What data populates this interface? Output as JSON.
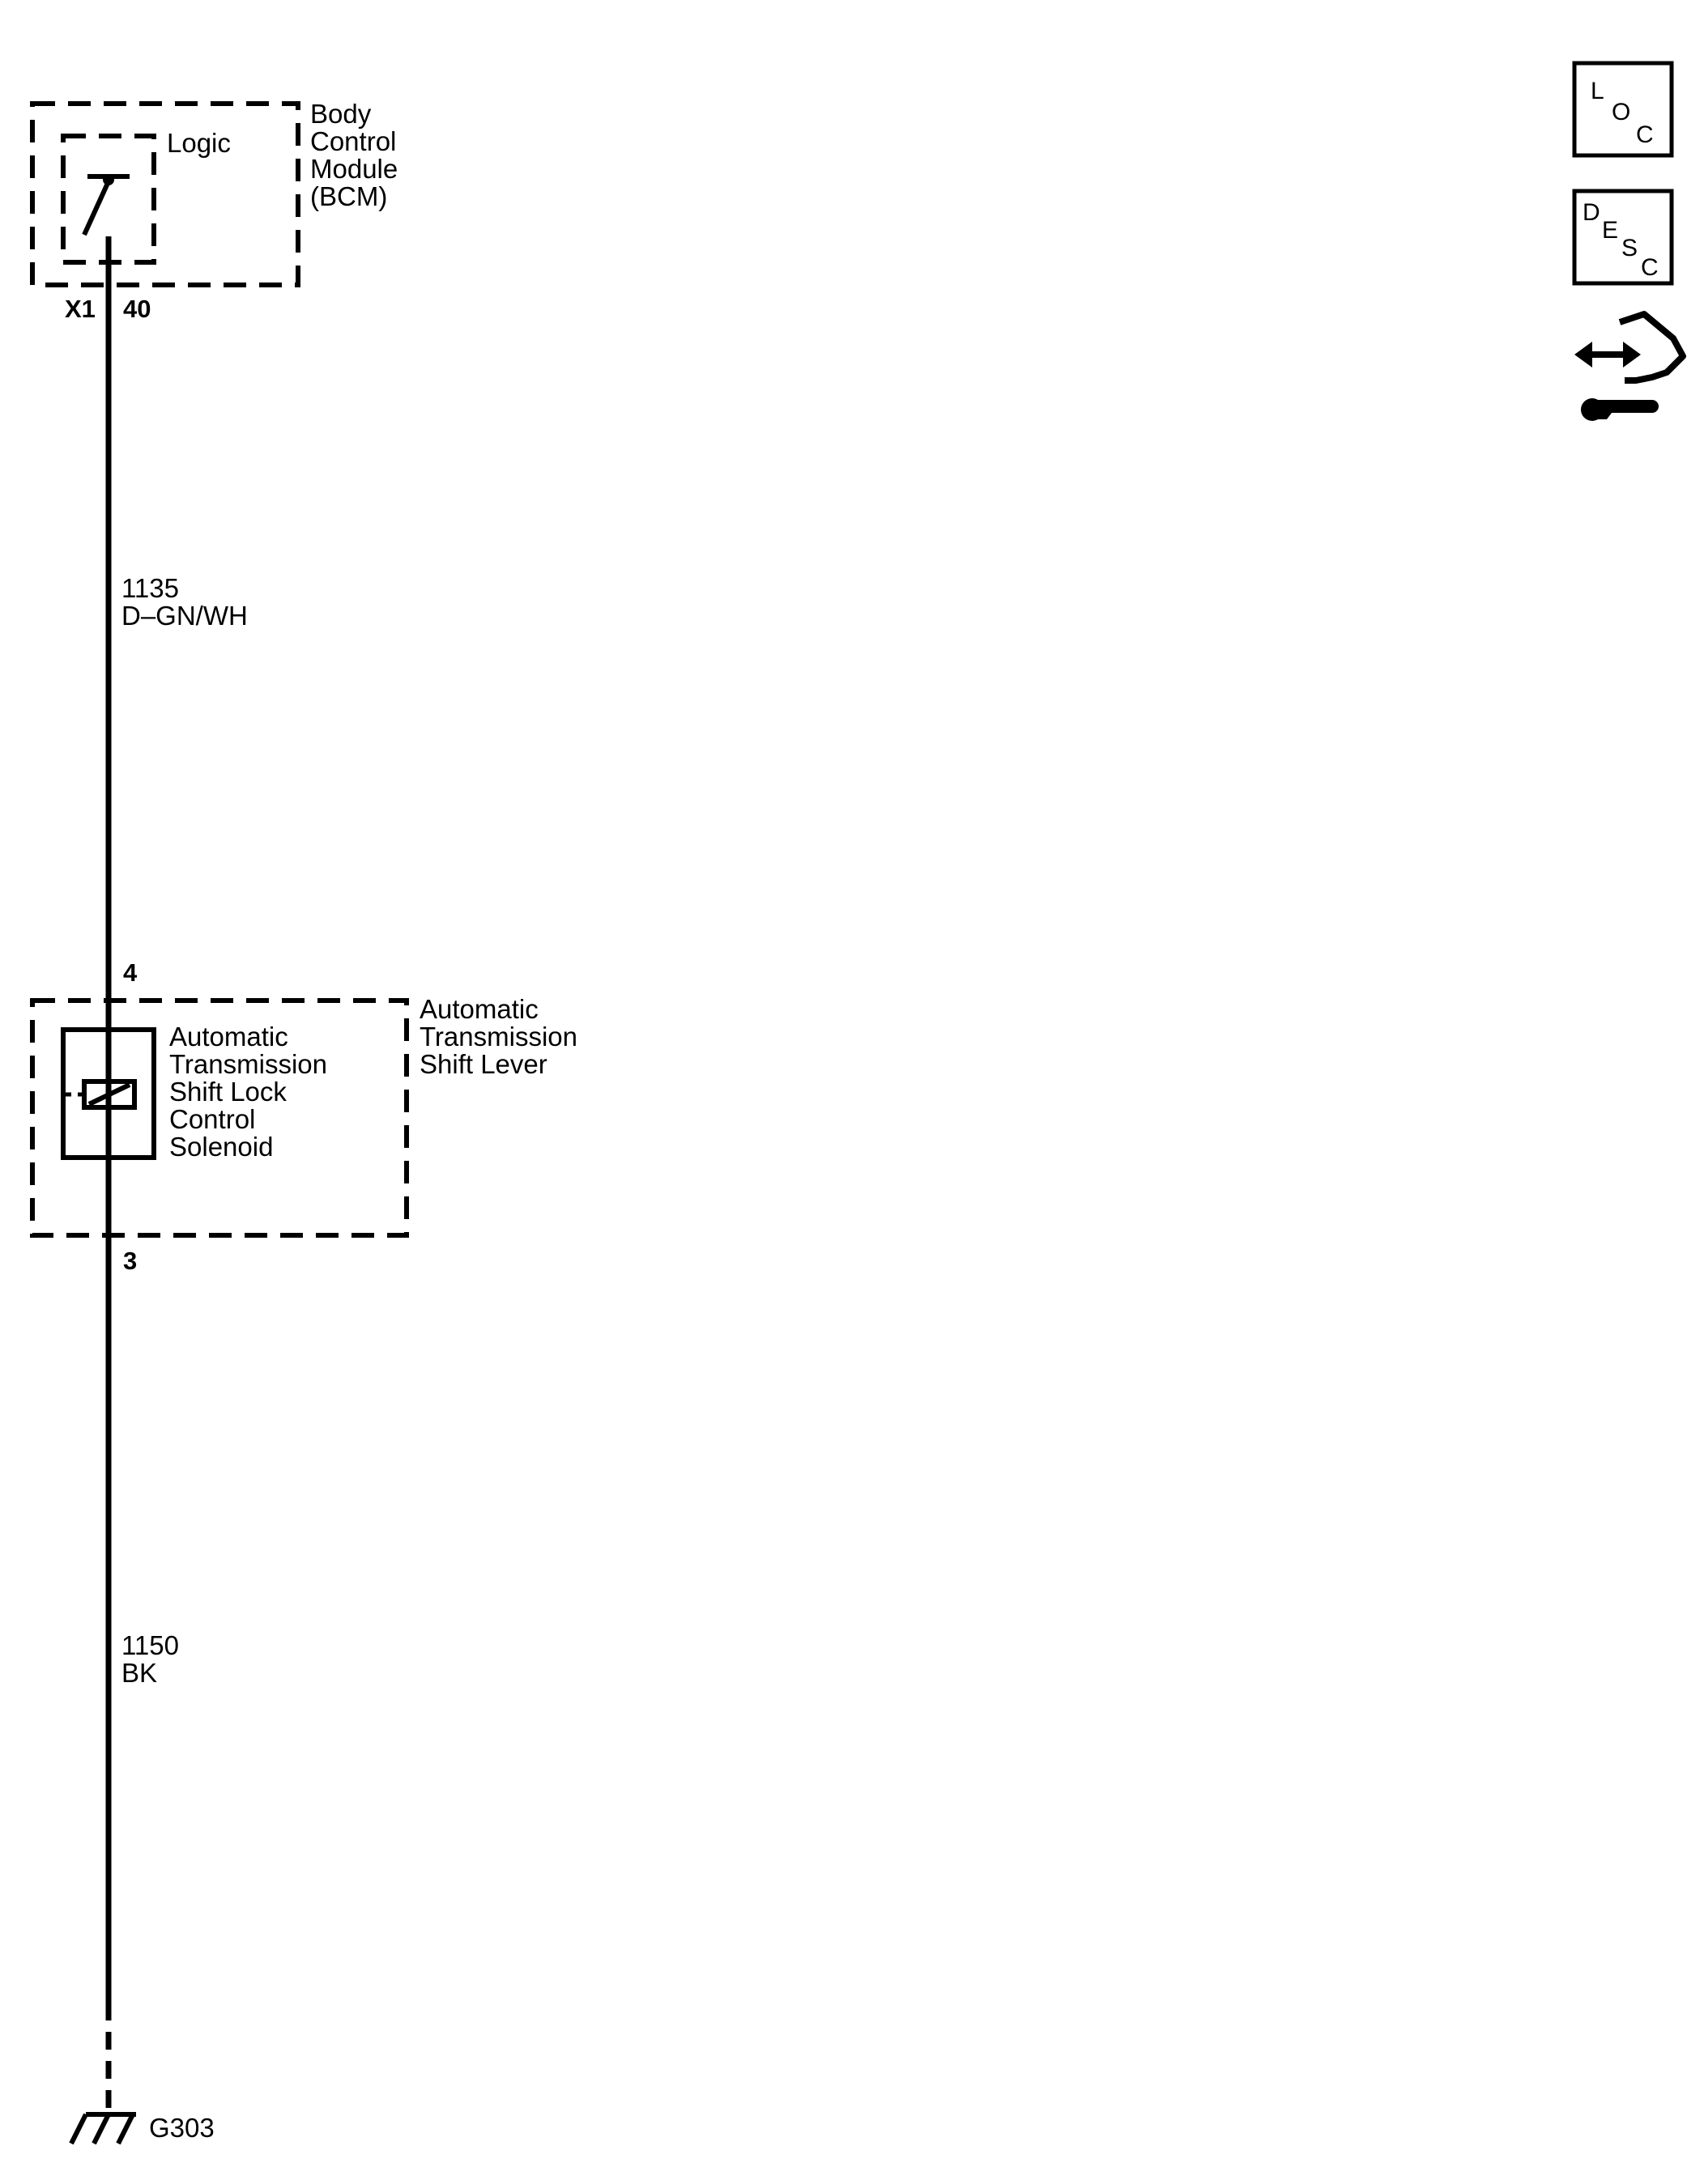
{
  "bcm": {
    "name_lines": [
      "Body",
      "Control",
      "Module",
      "(BCM)"
    ],
    "logic_label": "Logic",
    "connector": "X1",
    "pin": "40"
  },
  "wire_top": {
    "circuit": "1135",
    "color": "D–GN/WH"
  },
  "shift_lever": {
    "name_lines": [
      "Automatic",
      "Transmission",
      "Shift Lever"
    ],
    "pin_in": "4",
    "pin_out": "3",
    "solenoid_lines": [
      "Automatic",
      "Transmission",
      "Shift Lock",
      "Control",
      "Solenoid"
    ]
  },
  "wire_bottom": {
    "circuit": "1150",
    "color": "BK"
  },
  "ground": {
    "label": "G303"
  },
  "icons": {
    "loc": [
      "L",
      "O",
      "C"
    ],
    "desc": [
      "D",
      "E",
      "S",
      "C"
    ],
    "connector_end_view": "connector-end-view-icon"
  },
  "colors": {
    "line": "#000000",
    "background": "#ffffff"
  }
}
